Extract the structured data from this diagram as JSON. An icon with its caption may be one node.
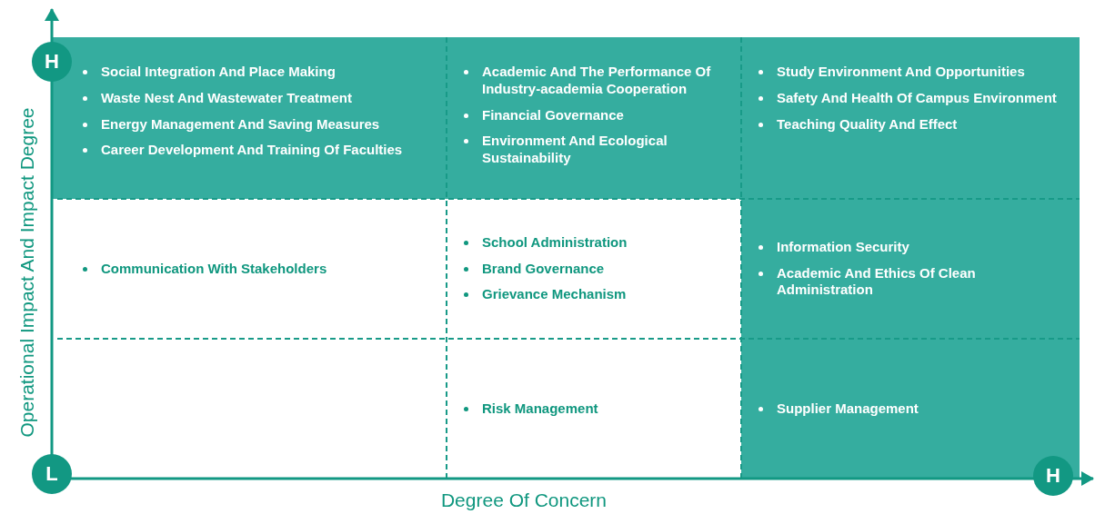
{
  "diagram": {
    "nodes": [
      {
        "text": [
          "H"
        ]
      },
      {
        "text": [
          "Social Integration And Place Making",
          "Waste Nest And Wastewater Treatment",
          "Energy Management And Saving Measures",
          "Career Development And Training Of Faculties"
        ]
      },
      {
        "text": [
          "Academic And The Performance Of Industry-academia Cooperation",
          "Financial Governance",
          "Environment And Ecological Sustainability"
        ]
      },
      {
        "text": [
          "Study Environment And Opportunities",
          "Safety And Health Of Campus Environment",
          "Teaching Quality And Effect"
        ]
      },
      {
        "text": [
          "Communication With Stakeholders"
        ]
      },
      {
        "text": [
          "School Administration",
          "Brand Governance",
          "Grievance Mechanism"
        ]
      },
      {
        "text": [
          "Information Security",
          "Academic And Ethics Of Clean Administration"
        ]
      },
      {
        "text": [
          "Risk Management"
        ]
      },
      {
        "text": [
          "Supplier Management"
        ]
      },
      {
        "text": [
          "L"
        ]
      },
      {
        "text": [
          "H"
        ]
      }
    ],
    "labels": [
      "Operational Impact And Impact Degree",
      "Degree Of Concern"
    ]
  }
}
